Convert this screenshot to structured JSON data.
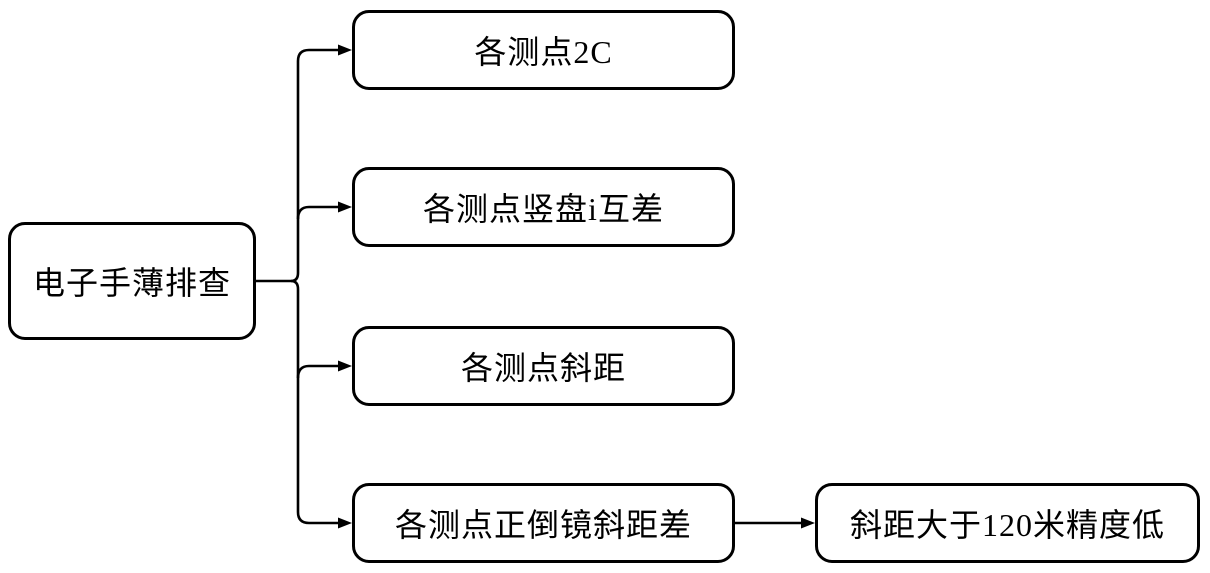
{
  "diagram": {
    "type": "flowchart",
    "root": {
      "label": "电子手薄排查"
    },
    "checks": [
      {
        "label": "各测点2C"
      },
      {
        "label": "各测点竖盘i互差"
      },
      {
        "label": "各测点斜距"
      },
      {
        "label": "各测点正倒镜斜距差"
      }
    ],
    "result": {
      "label": "斜距大于120米精度低"
    },
    "edges": [
      {
        "from": "root",
        "to": "check-1"
      },
      {
        "from": "root",
        "to": "check-2"
      },
      {
        "from": "root",
        "to": "check-3"
      },
      {
        "from": "root",
        "to": "check-4"
      },
      {
        "from": "check-4",
        "to": "result"
      }
    ],
    "colors": {
      "line": "#000000",
      "box_border": "#000000",
      "text": "#000000",
      "background": "#ffffff"
    }
  }
}
